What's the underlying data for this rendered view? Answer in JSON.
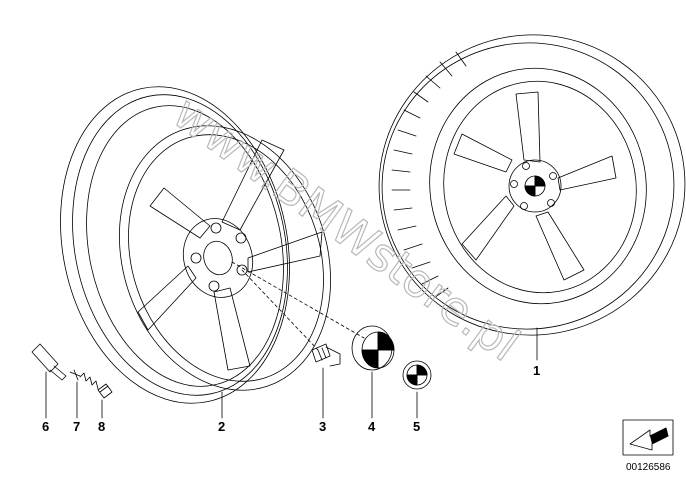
{
  "watermark": "www.BMWstore.pl",
  "reference_number": "00126586",
  "callouts": [
    {
      "id": "1",
      "part": "complete-wheel-with-tyre"
    },
    {
      "id": "2",
      "part": "alloy-rim"
    },
    {
      "id": "3",
      "part": "wheel-bolt"
    },
    {
      "id": "4",
      "part": "hub-cap"
    },
    {
      "id": "5",
      "part": "emblem"
    },
    {
      "id": "6",
      "part": "valve"
    },
    {
      "id": "7",
      "part": "valve-core"
    },
    {
      "id": "8",
      "part": "valve-cap"
    }
  ],
  "colors": {
    "line": "#000000",
    "watermark": "#b8b8b8",
    "background": "#ffffff"
  }
}
